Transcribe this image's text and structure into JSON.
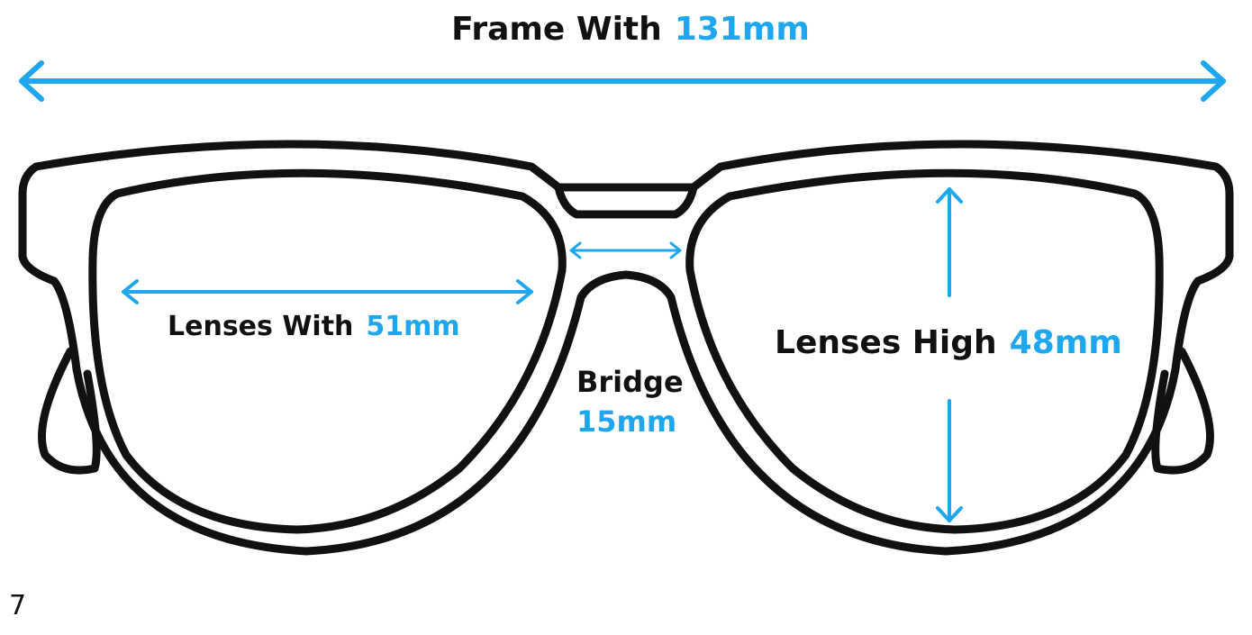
{
  "frame_width": {
    "label": "Frame With",
    "value": "131mm"
  },
  "lens_width": {
    "label": "Lenses With",
    "value": "51mm"
  },
  "lens_height": {
    "label": "Lenses High",
    "value": "48mm"
  },
  "bridge": {
    "label": "Bridge",
    "value": "15mm"
  },
  "page_number": "7",
  "colors": {
    "accent": "#1ea7ef",
    "outline": "#111111",
    "background": "#ffffff"
  }
}
